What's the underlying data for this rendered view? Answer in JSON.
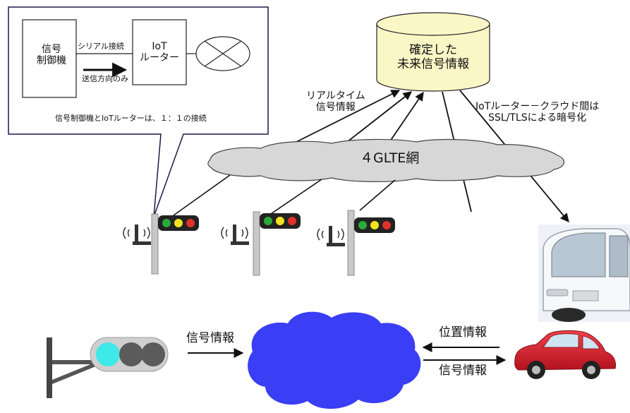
{
  "callout": {
    "controller_label": "信号\n制御機",
    "serial_label": "シリアル接続",
    "one_way_label": "送信方向のみ",
    "router_label": "IoT\nルーター",
    "footnote": "信号制御機とIoTルーターは、１：１の接続"
  },
  "database": {
    "label": "確定した\n未来信号情報"
  },
  "realtime_label": "リアルタイム\n信号情報",
  "encryption_label": "IoTルーター－クラウド間は\nSSL/TLSによる暗号化",
  "lte_label": "４GLTE網",
  "bottom": {
    "signal_info_left": "信号情報",
    "position_info": "位置情報",
    "signal_info_right": "信号情報"
  },
  "colors": {
    "db_fill": "#fbf6c6",
    "cloud_blue": "#3a3ef5",
    "lte_cloud": "#d7d7d7",
    "car_red": "#d21a2a",
    "light_cyan": "#3ee9ea"
  }
}
